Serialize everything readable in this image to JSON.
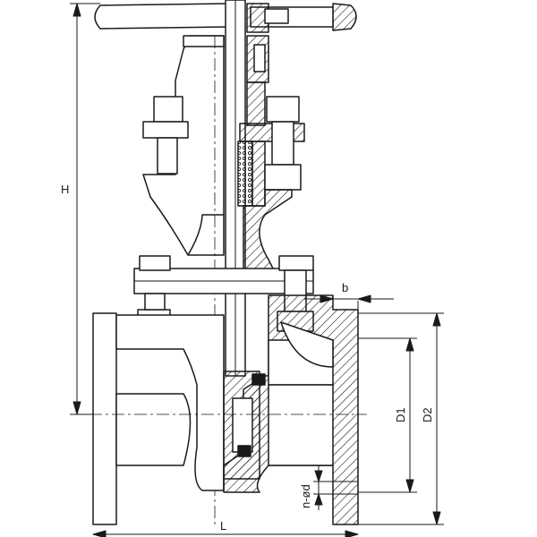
{
  "diagram": {
    "subject": "gate valve sectional drawing",
    "line_color": "#1a1a1a",
    "hatch_color": "#1a1a1a",
    "fill_color": "#ffffff",
    "dimensions": {
      "height": "H",
      "length": "L",
      "flange_thickness": "b",
      "bolt_circle": "D1",
      "flange_outer": "D2",
      "bolt_holes": "n-ød"
    }
  }
}
